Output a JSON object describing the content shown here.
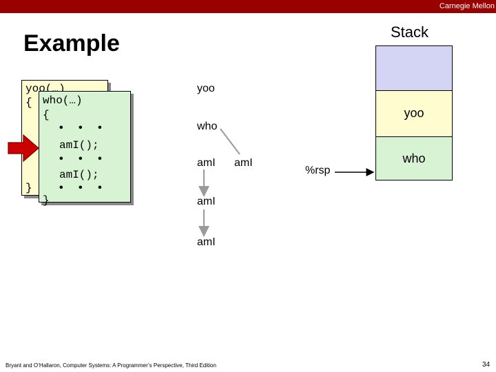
{
  "header": {
    "brand": "Carnegie Mellon"
  },
  "slide": {
    "title": "Example"
  },
  "stack": {
    "label": "Stack",
    "frames": [
      {
        "label": "",
        "color": "#d4d4f4"
      },
      {
        "label": "yoo",
        "color": "#fffdd0"
      },
      {
        "label": "who",
        "color": "#d8f3d4"
      }
    ],
    "pointer_label": "%rsp"
  },
  "code": {
    "yoo": {
      "signature": "yoo(…)",
      "open": "{",
      "close": "}"
    },
    "who": {
      "signature": "who(…)",
      "open": "{",
      "dots": "• • •",
      "call1": "amI();",
      "call2": "amI();",
      "close": "}"
    }
  },
  "call_graph": {
    "root": "yoo",
    "child": "who",
    "grandchildren": [
      "amI",
      "amI"
    ],
    "level3": "amI",
    "level4": "amI"
  },
  "footer": {
    "citation": "Bryant and O’Hallaron, Computer Systems: A Programmer’s Perspective, Third Edition",
    "page": "34"
  },
  "colors": {
    "brand_red": "#990000",
    "code_yellow": "#fffdd0",
    "code_green": "#d8f3d4",
    "stack_blue": "#d4d4f4",
    "arrow_red": "#cc0000"
  }
}
